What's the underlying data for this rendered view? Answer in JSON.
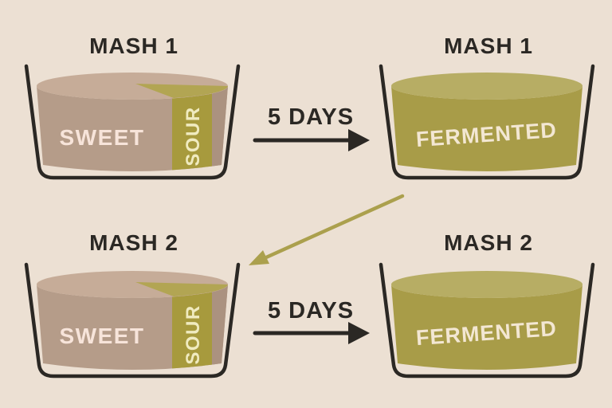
{
  "diagram": {
    "process": "sour-mash-fermentation-cycle",
    "bowls": [
      {
        "id": "mash1-start",
        "title": "MASH 1",
        "state": "start",
        "labels": {
          "sweet": "SWEET",
          "sour": "SOUR"
        }
      },
      {
        "id": "mash1-fermented",
        "title": "MASH 1",
        "state": "fermented",
        "labels": {
          "fermented": "FERMENTED"
        }
      },
      {
        "id": "mash2-start",
        "title": "MASH 2",
        "state": "start",
        "labels": {
          "sweet": "SWEET",
          "sour": "SOUR"
        }
      },
      {
        "id": "mash2-fermented",
        "title": "MASH 2",
        "state": "fermented",
        "labels": {
          "fermented": "FERMENTED"
        }
      }
    ],
    "arrows": [
      {
        "id": "mash1-ferment-arrow",
        "label": "5 DAYS",
        "direction": "right"
      },
      {
        "id": "sour-transfer-arrow",
        "label": "",
        "direction": "diagonal-down-left"
      },
      {
        "id": "mash2-ferment-arrow",
        "label": "5 DAYS",
        "direction": "right"
      }
    ],
    "colors": {
      "background": "#ece0d3",
      "text_dark": "#2b2824",
      "sweet_top": "#c6ac98",
      "sweet_side": "#b59c89",
      "sweet_side_right": "#ab9280",
      "sour_band": "#a79a3d",
      "sour_wedge": "#b2a553",
      "fermented_top": "#b7ad64",
      "fermented_side": "#a89c48",
      "label_sweet": "#f7e4da",
      "label_sour": "#f0ebc0",
      "label_fermented": "#f3e7d3",
      "transfer_arrow": "#aba04d"
    }
  }
}
